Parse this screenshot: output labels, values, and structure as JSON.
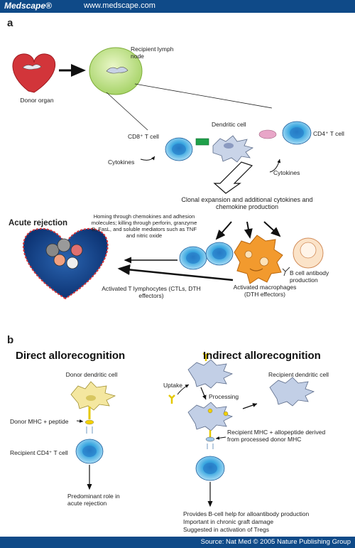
{
  "header": {
    "brand": "Medscape®",
    "url": "www.medscape.com"
  },
  "footer": {
    "source": "Source: Nat Med © 2005 Nature Publishing Group"
  },
  "panel_a": {
    "letter": "a",
    "donor_organ": "Donor organ",
    "recipient_lymph_node": "Recipient lymph node",
    "cd8_t_cell": "CD8⁺ T cell",
    "dendritic_cell": "Dendritic cell",
    "cd4_t_cell": "CD4⁺ T cell",
    "cytokines_left": "Cytokines",
    "cytokines_right": "Cytokines",
    "clonal_expansion": "Clonal expansion and additional cytokines and chemokine production",
    "acute_rejection": "Acute rejection",
    "homing_text": "Homing through chemokines and adhesion molecules; killing through perforin, granzyme B, FasL, and soluble mediators such as TNF and nitric oxide",
    "activated_t": "Activated T lymphocytes (CTLs, DTH effectors)",
    "activated_macrophages": "Activated macrophages (DTH effectors)",
    "b_cell": "B cell antibody production"
  },
  "panel_b": {
    "letter": "b",
    "direct_title": "Direct allorecognition",
    "indirect_title": "Indirect allorecognition",
    "donor_dendritic": "Donor dendritic cell",
    "donor_mhc": "Donor MHC + peptide",
    "recipient_cd4": "Recipient CD4⁺ T cell",
    "predominant": "Predominant role in acute rejection",
    "uptake": "Uptake",
    "processing": "Processing",
    "recipient_dendritic": "Recipient dendritic cell",
    "recipient_mhc": "Recipient MHC + allopeptide derived from processed donor MHC",
    "provides_1": "Provides B-cell help for alloantibody production",
    "provides_2": "Important in chronic graft damage",
    "provides_3": "Suggested in activation of Tregs"
  },
  "colors": {
    "brand_bar": "#0f4a88",
    "t_cell": "#3aa7e0",
    "macrophage": "#f29a2e",
    "lymph_node": "#c6e48a",
    "donor_organ": "#d2353a",
    "dendritic_recipient": "#b8c8e0",
    "dendritic_donor": "#f4e7a0"
  }
}
